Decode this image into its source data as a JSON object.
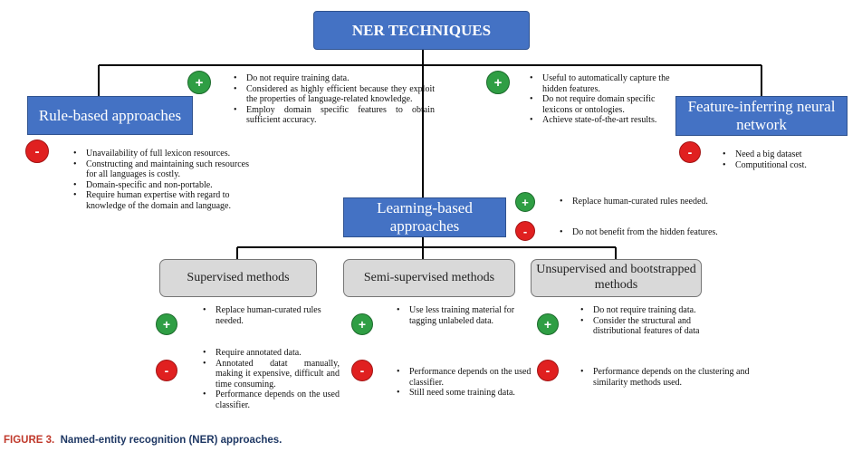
{
  "title": "NER TECHNIQUES",
  "rule_based": {
    "label": "Rule-based approaches",
    "pros": [
      "Do not require training data.",
      "Considered as highly efficient because they exploit the properties of language-related knowledge.",
      "Employ domain specific features to obtain sufficient accuracy."
    ],
    "cons": [
      "Unavailability of full lexicon resources.",
      "Constructing and maintaining such resources for all languages is costly.",
      "Domain-specific and non-portable.",
      "Require human expertise with regard to knowledge of the domain and language."
    ]
  },
  "neural": {
    "label": "Feature-inferring neural network",
    "pros": [
      "Useful to automatically capture the hidden features.",
      "Do not require domain specific lexicons or ontologies.",
      "Achieve state-of-the-art results."
    ],
    "cons": [
      "Need a big dataset",
      "Computitional cost."
    ]
  },
  "learning": {
    "label": "Learning-based approaches",
    "pros": [
      "Replace human-curated rules needed."
    ],
    "cons": [
      "Do not benefit from the hidden features."
    ]
  },
  "supervised": {
    "label": "Supervised methods",
    "pros": [
      "Replace human-curated rules needed."
    ],
    "cons": [
      "Require annotated data.",
      "Annotated datat manually, making it expensive, difficult and time consuming.",
      "Performance depends on the used classifier."
    ]
  },
  "semi": {
    "label": "Semi-supervised methods",
    "pros": [
      "Use less training material for tagging unlabeled data."
    ],
    "cons": [
      "Performance depends on the used classifier.",
      "Still need some training data."
    ]
  },
  "unsupervised": {
    "label": "Unsupervised and bootstrapped methods",
    "pros": [
      "Do not require training data.",
      "Consider the structural and distributional features of data"
    ],
    "cons": [
      "Performance depends on the clustering and similarity methods used."
    ]
  },
  "symbols": {
    "plus": "+",
    "minus": "-"
  },
  "caption": {
    "figure": "FIGURE 3.",
    "text": "Named-entity recognition (NER) approaches."
  }
}
